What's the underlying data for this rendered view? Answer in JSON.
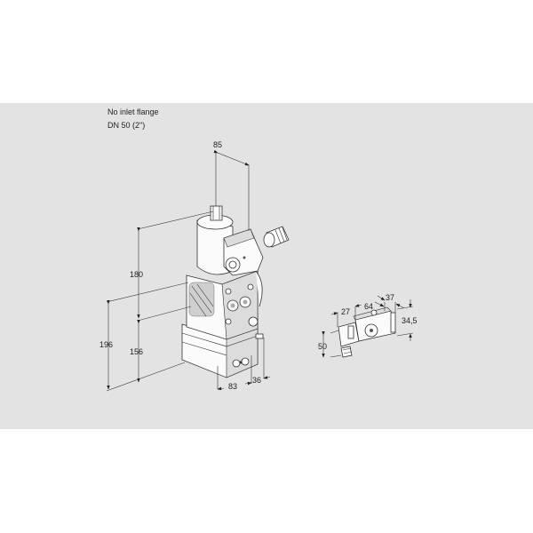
{
  "captions": {
    "line1": "No inlet flange",
    "line2": "DN 50 (2\")"
  },
  "colors": {
    "band": "#e3e3e3",
    "background": "#ffffff",
    "line": "#333333"
  },
  "main_valve": {
    "dimensions": {
      "width_top": "85",
      "height_upper": "180",
      "height_total": "196",
      "height_lower": "156",
      "depth_front": "83",
      "depth_side": "36"
    }
  },
  "accessory": {
    "dimensions": {
      "a": "27",
      "b": "64",
      "c": "37",
      "height_right": "34,5",
      "height_left": "50"
    }
  }
}
